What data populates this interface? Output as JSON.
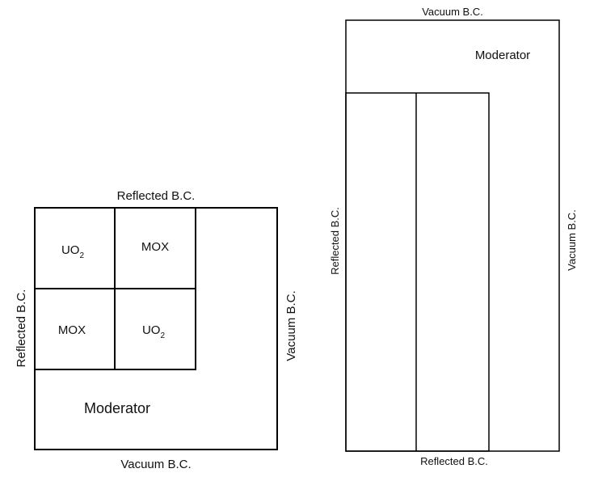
{
  "left_panel": {
    "top_bc": "Reflected B.C.",
    "bottom_bc": "Vacuum B.C.",
    "left_bc": "Reflected B.C.",
    "right_bc": "Vacuum B.C.",
    "cells": {
      "top_left": {
        "base": "UO",
        "sub": "2"
      },
      "top_right": "MOX",
      "bottom_left": "MOX",
      "bottom_right": {
        "base": "UO",
        "sub": "2"
      }
    },
    "moderator": "Moderator"
  },
  "right_panel": {
    "top_bc": "Vacuum B.C.",
    "bottom_bc": "Reflected B.C.",
    "left_bc": "Reflected B.C.",
    "right_bc": "Vacuum B.C.",
    "moderator": "Moderator"
  }
}
